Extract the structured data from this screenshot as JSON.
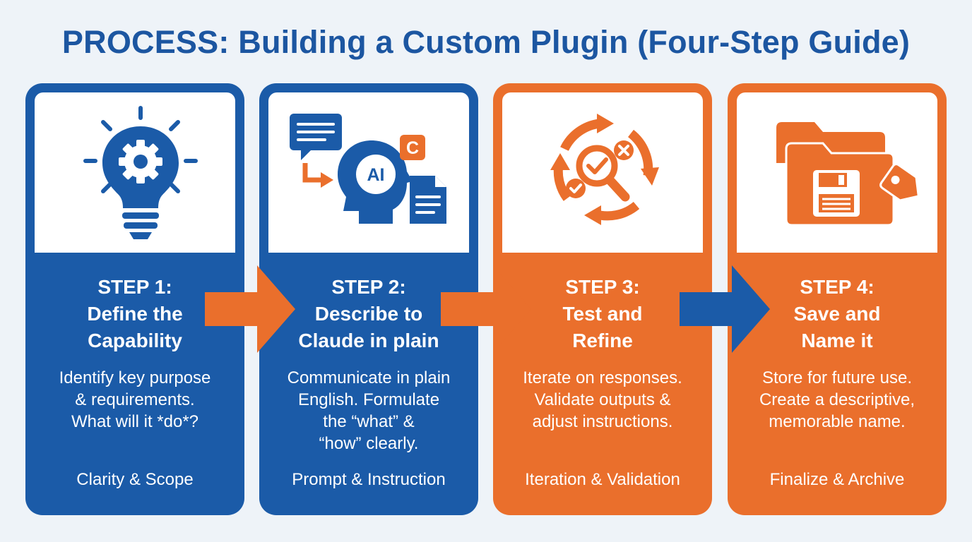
{
  "title": "PROCESS: Building a Custom Plugin (Four-Step Guide)",
  "colors": {
    "blue": "#1b5ba8",
    "orange": "#ea6f2c",
    "title": "#1c56a1"
  },
  "steps": [
    {
      "number": "STEP 1:",
      "title_lines": [
        "Define the",
        "Capability"
      ],
      "desc_lines": [
        "Identify key purpose",
        "& requirements.",
        "What will it *do*?"
      ],
      "tag": "Clarity & Scope",
      "icon": "lightbulb-gear-icon",
      "color": "blue"
    },
    {
      "number": "STEP 2:",
      "title_lines": [
        "Describe to",
        "Claude in plain"
      ],
      "desc_lines": [
        "Communicate in plain",
        "English. Formulate",
        "the “what” &",
        "“how” clearly."
      ],
      "tag": "Prompt & Instruction",
      "icon": "ai-head-chat-icon",
      "icon_text": {
        "ai": "AI",
        "c": "C"
      },
      "color": "blue"
    },
    {
      "number": "STEP 3:",
      "title_lines": [
        "Test and",
        "Refine"
      ],
      "desc_lines": [
        "Iterate on responses.",
        "Validate outputs &",
        "adjust instructions."
      ],
      "tag": "Iteration & Validation",
      "icon": "refresh-magnifier-icon",
      "color": "orange"
    },
    {
      "number": "STEP 4:",
      "title_lines": [
        "Save and",
        "Name it"
      ],
      "desc_lines": [
        "Store for future use.",
        "Create a descriptive,",
        "memorable name."
      ],
      "tag": "Finalize & Archive",
      "icon": "folder-save-tag-icon",
      "color": "orange"
    }
  ],
  "arrows": [
    {
      "color": "orange"
    },
    {
      "color": "orange"
    },
    {
      "color": "blue"
    }
  ]
}
